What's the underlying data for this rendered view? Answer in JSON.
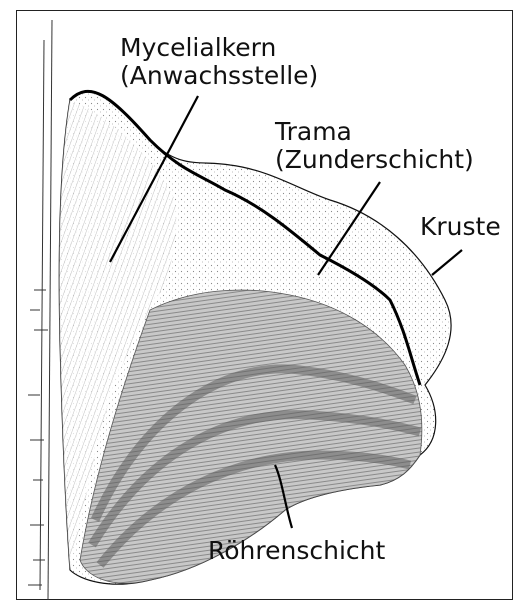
{
  "labels": {
    "mycelialkern": [
      "Mycelialkern",
      "(Anwachsstelle)"
    ],
    "trama": [
      "Trama",
      "(Zunderschicht)"
    ],
    "kruste": "Kruste",
    "roehrenschicht": "Röhrenschicht"
  },
  "colors": {
    "ink": "#111111",
    "hatch": "#555555",
    "tube_band_dark": "#7a7a7a",
    "tube_band_light": "#bdbdbd",
    "background": "#ffffff"
  }
}
